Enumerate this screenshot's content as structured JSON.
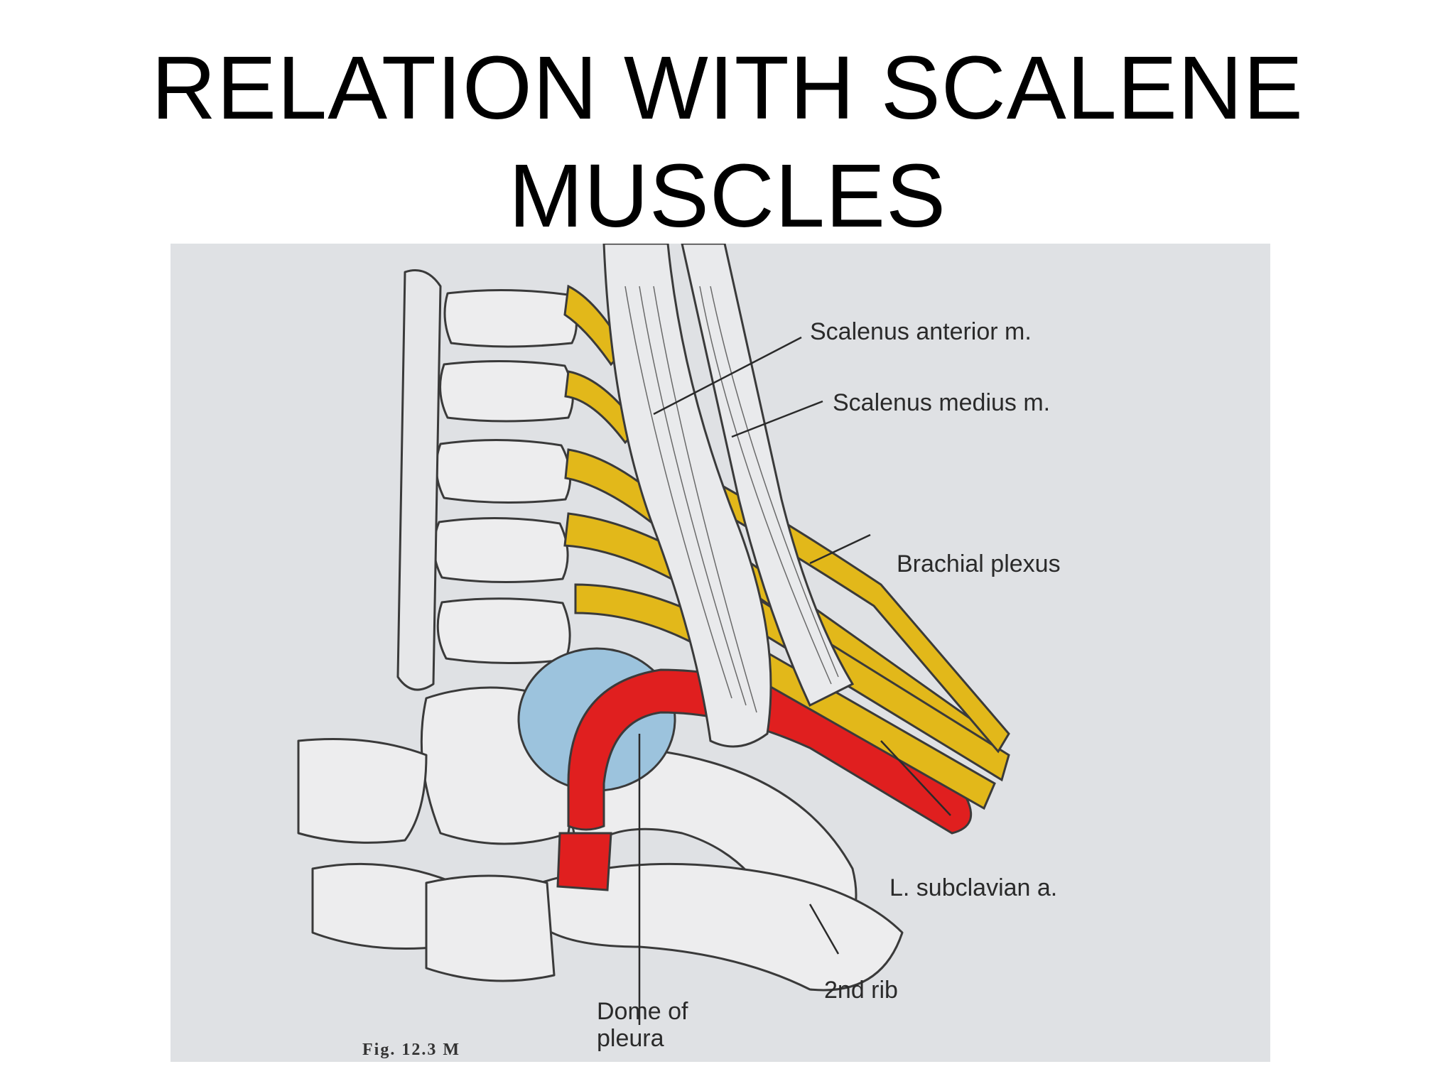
{
  "slide": {
    "title_line1": "RELATION WITH SCALENE",
    "title_line2": "MUSCLES"
  },
  "figure": {
    "labels": {
      "scalenus_anterior": "Scalenus anterior m.",
      "scalenus_medius": "Scalenus medius m.",
      "brachial_plexus": "Brachial plexus",
      "subclavian_artery": "L. subclavian a.",
      "second_rib": "2nd rib",
      "dome_of_pleura_line1": "Dome of",
      "dome_of_pleura_line2": "pleura"
    },
    "caption": "Fig. 12.3 M",
    "colors": {
      "background": "#dfe1e4",
      "nerve": "#e2b81a",
      "artery": "#e01f1f",
      "pleura": "#9cc3dd",
      "bone": "#ededee",
      "muscle": "#e9eaec",
      "outline": "#3a3a3a"
    }
  }
}
